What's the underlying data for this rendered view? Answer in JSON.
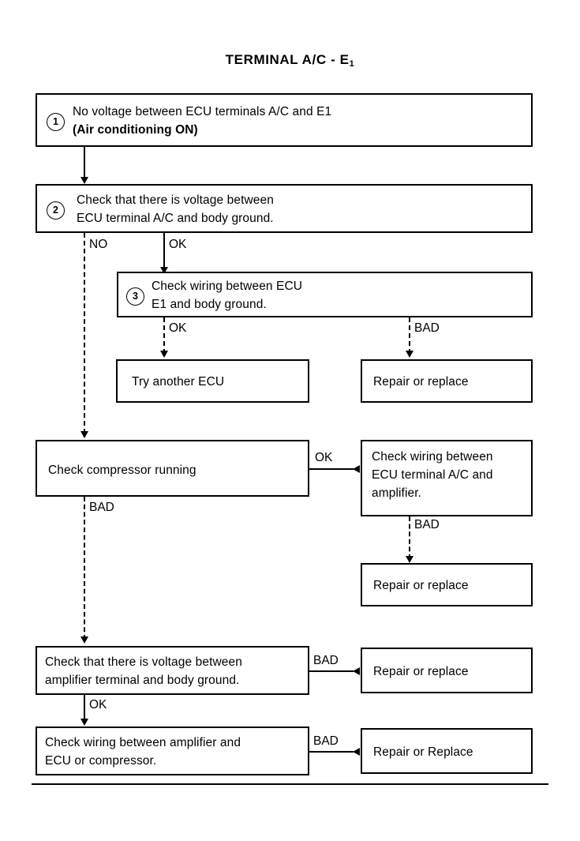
{
  "page": {
    "title_main": "TERMINAL A/C - E",
    "title_sub": "1"
  },
  "nodes": {
    "step1": {
      "marker": "1",
      "line1": "No voltage between ECU terminals A/C and E1",
      "line2": "(Air conditioning ON)"
    },
    "step2": {
      "marker": "2",
      "line1": "Check that there is voltage between",
      "line2": "ECU terminal A/C and body ground."
    },
    "step3": {
      "marker": "3",
      "line1": "Check wiring between ECU",
      "line2": "E1 and body ground."
    },
    "try_another_ecu": {
      "line1": "Try another ECU"
    },
    "repair_replace_1": {
      "line1": "Repair or replace"
    },
    "check_compressor": {
      "line1": "Check compressor running"
    },
    "check_wiring_amp": {
      "line1": "Check wiring between",
      "line2": "ECU terminal A/C and",
      "line3": "amplifier."
    },
    "repair_replace_2": {
      "line1": "Repair or replace"
    },
    "check_voltage_amp": {
      "line1": "Check that there is voltage between",
      "line2": "amplifier terminal and body ground."
    },
    "repair_replace_3": {
      "line1": "Repair or replace"
    },
    "check_wiring_amp_ecu": {
      "line1": "Check wiring between amplifier and",
      "line2": "ECU or compressor."
    },
    "repair_replace_4": {
      "line1": "Repair or Replace"
    }
  },
  "edge_labels": {
    "step2_no": "NO",
    "step2_ok": "OK",
    "step3_ok": "OK",
    "step3_bad": "BAD",
    "compressor_ok": "OK",
    "compressor_bad": "BAD",
    "wiring_amp_bad": "BAD",
    "voltage_amp_bad": "BAD",
    "voltage_amp_ok": "OK",
    "wiring_amp_ecu_bad": "BAD"
  },
  "colors": {
    "ink": "#000000",
    "paper": "#ffffff"
  }
}
